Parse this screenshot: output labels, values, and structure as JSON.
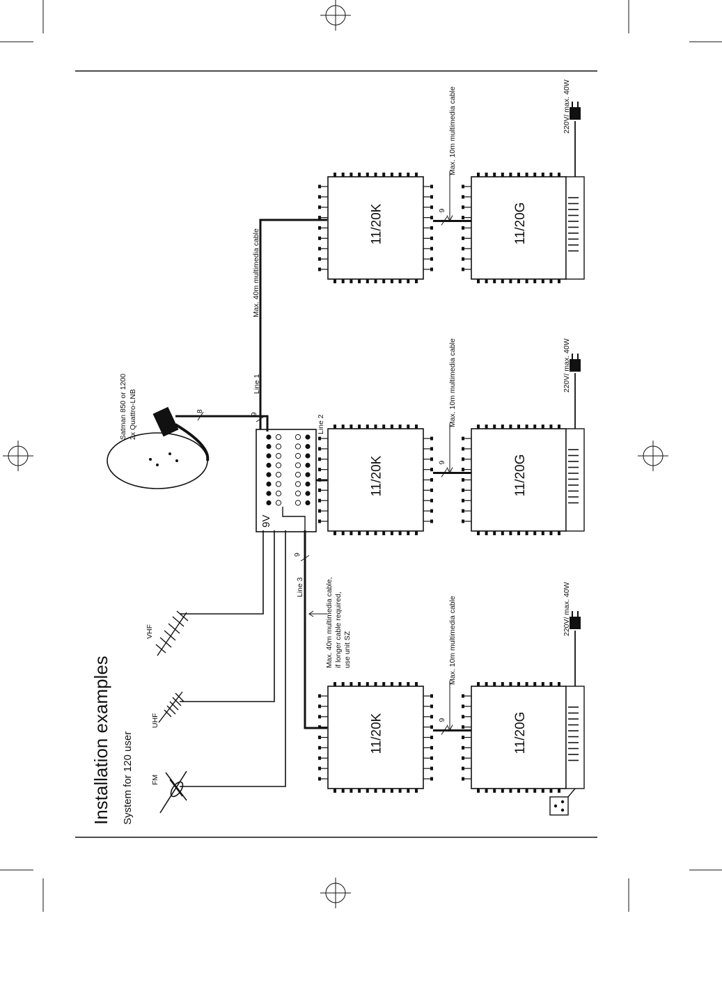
{
  "page": {
    "title": "Installation examples",
    "subtitle": "System for 120 user"
  },
  "antennas": {
    "fm": "FM",
    "uhf": "UHF",
    "vhf": "VHF"
  },
  "dish": {
    "label_line1": "Satman 850 or 1200",
    "label_line2": "2x Quattro-LNB",
    "cable_count": "8"
  },
  "splitter": {
    "label": "9V"
  },
  "lines": {
    "line1": "Line 1",
    "line2": "Line 2",
    "line3": "Line 3",
    "cable_count": "9"
  },
  "cables": {
    "trunk_note": "Max. 40m multimedia cable",
    "line3_note_line1": "Max. 40m multimedia cable,",
    "line3_note_line2": "if longer cable required,",
    "line3_note_line3": "use unit SZ",
    "short_note": "Max. 10m multimedia cable",
    "link_count": "9"
  },
  "units": {
    "cascade": "11/20K",
    "ground": "11/20G"
  },
  "power": {
    "label": "220V/ max. 40W"
  }
}
